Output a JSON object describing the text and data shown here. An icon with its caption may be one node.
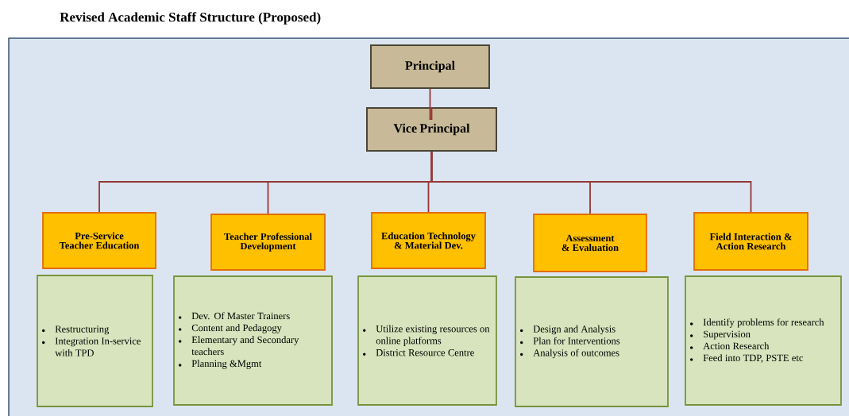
{
  "diagram": {
    "title": "Revised Academic Staff Structure (Proposed)",
    "nodes": [
      {
        "text": [
          "Principal"
        ]
      },
      {
        "text": [
          "Vice Principal"
        ]
      },
      {
        "text": [
          "Pre-Service Teacher Education"
        ]
      },
      {
        "text": [
          "Teacher Professional Development"
        ]
      },
      {
        "text": [
          "Education Technology & Material Dev."
        ]
      },
      {
        "text": [
          "Assessment & Evaluation"
        ]
      },
      {
        "text": [
          "Field Interaction & Action Research"
        ]
      },
      {
        "text": [
          "Restructuring",
          "Integration In-service with TPD"
        ]
      },
      {
        "text": [
          "Dev. Of Master Trainers",
          "Content and Pedagogy",
          "Elementary and Secondary teachers",
          "Planning &Mgmt"
        ]
      },
      {
        "text": [
          "Utilize existing resources on online platforms",
          "District Resource Centre"
        ]
      },
      {
        "text": [
          "Design and Analysis",
          "Plan for Interventions",
          "Analysis of outcomes"
        ]
      },
      {
        "text": [
          "Identify problems for research",
          "Supervision",
          "Action Research",
          "Feed into TDP, PSTE etc"
        ]
      }
    ],
    "edges": [
      {
        "from": 0,
        "to": 1,
        "arrow": "none"
      },
      {
        "from": 1,
        "to": 2,
        "arrow": "none"
      },
      {
        "from": 1,
        "to": 3,
        "arrow": "none"
      },
      {
        "from": 1,
        "to": 4,
        "arrow": "none"
      },
      {
        "from": 1,
        "to": 5,
        "arrow": "none"
      },
      {
        "from": 1,
        "to": 6,
        "arrow": "none"
      }
    ]
  }
}
